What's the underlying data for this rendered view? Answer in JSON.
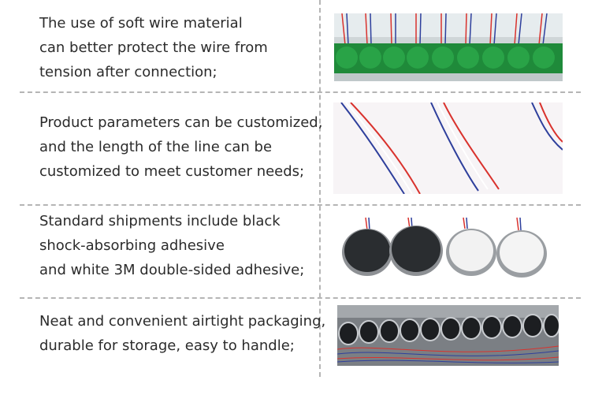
{
  "rows": [
    {
      "lines": [
        "The use of soft wire material",
        "can better protect the wire from",
        "tension after connection;"
      ],
      "photo": "green-tray-motors-photo"
    },
    {
      "lines": [
        "Product parameters can be customized,",
        "and the length of the line can be",
        "customized to meet customer needs;"
      ],
      "photo": "wire-leads-photo"
    },
    {
      "lines": [
        "Standard shipments include black",
        "shock-absorbing adhesive",
        "and white 3M double-sided adhesive;"
      ],
      "photo": "adhesive-motors-photo"
    },
    {
      "lines": [
        "Neat and convenient airtight packaging,",
        "durable for storage, easy to handle;"
      ],
      "photo": "packaged-motors-photo"
    }
  ],
  "colors": {
    "divider": "#b5b5b5",
    "text": "#2b2b2b",
    "wire_red": "#d9322d",
    "wire_blue": "#2e3f9c",
    "tray_green": "#1f8a3a"
  }
}
